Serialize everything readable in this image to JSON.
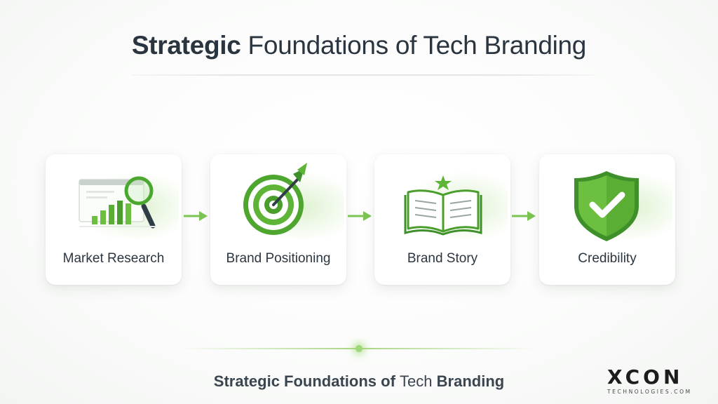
{
  "title": {
    "bold": "Strategic",
    "light": "Foundations of Tech Branding"
  },
  "cards": [
    {
      "label": "Market Research",
      "icon": "magnifier-bar-chart-icon"
    },
    {
      "label": "Brand Positioning",
      "icon": "target-arrow-icon"
    },
    {
      "label": "Brand Story",
      "icon": "open-book-star-icon"
    },
    {
      "label": "Credibility",
      "icon": "shield-check-icon"
    }
  ],
  "caption": {
    "bold": "Strategic Foundations of",
    "light": "Tech",
    "bold2": "Branding"
  },
  "logo": {
    "wordmark": "XCON",
    "subtitle": "TECHNOLOGIES.COM"
  },
  "colors": {
    "accent": "#6cbf3f",
    "accent_dark": "#3f9a2a",
    "text": "#2b3640"
  }
}
